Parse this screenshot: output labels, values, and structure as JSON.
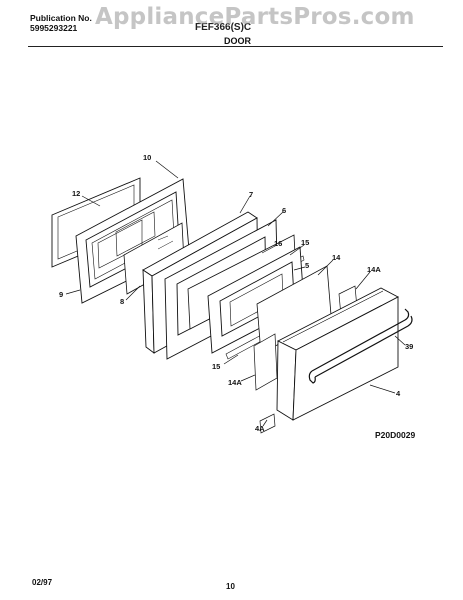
{
  "header": {
    "publication_label": "Publication No.",
    "publication_number": "5995293221",
    "model_number": "FEF366(S)C",
    "section_title": "DOOR"
  },
  "watermark": "AppliancePartsPros.com",
  "diagram": {
    "callouts": [
      "10",
      "12",
      "9",
      "8",
      "7",
      "6",
      "16",
      "15",
      "5",
      "14",
      "14A",
      "39",
      "15",
      "14A",
      "4",
      "4A"
    ],
    "drawing_id": "P20D0029"
  },
  "footer": {
    "date": "02/97",
    "page_number": "10"
  }
}
